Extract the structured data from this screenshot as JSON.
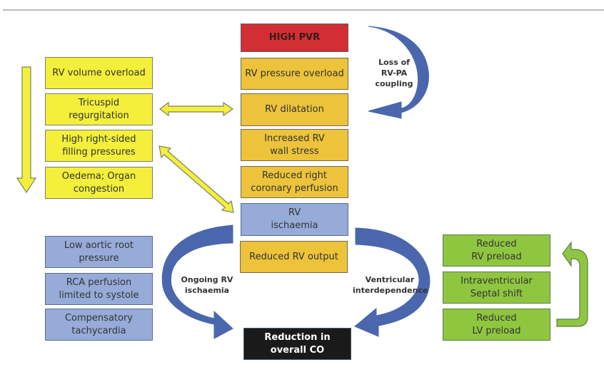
{
  "colors": {
    "red": "#d22f34",
    "yellow": "#f3ef3a",
    "amber": "#ecc33a",
    "blue": "#96abd8",
    "green": "#8fc640",
    "black": "#1a1a1a",
    "arrow_blue": "#4a67ae"
  },
  "center": {
    "high_pvr": "HIGH PVR",
    "rv_pressure_overload": "RV pressure overload",
    "rv_dilatation": "RV dilatation",
    "increased_wall_stress": "Increased RV\nwall stress",
    "reduced_coronary_perfusion": "Reduced right\ncoronary perfusion",
    "rv_ischaemia": "RV\nischaemia",
    "reduced_rv_output": "Reduced RV output",
    "reduction_co": "Reduction in\noverall CO"
  },
  "left": {
    "items": [
      "RV volume overload",
      "Tricuspid\nregurgitation",
      "High right-sided\nfilling pressures",
      "Oedema; Organ\ncongestion"
    ]
  },
  "bottom_left": {
    "items": [
      "Low aortic root\npressure",
      "RCA perfusion\nlimited to systole",
      "Compensatory\ntachycardia"
    ]
  },
  "right": {
    "items": [
      "Reduced\nRV preload",
      "Intraventricular\nSeptal shift",
      "Reduced\nLV preload"
    ]
  },
  "arrow_labels": {
    "loss_coupling": "Loss of\nRV-PA\ncoupling",
    "ongoing_ischaemia": "Ongoing RV\nischaemia",
    "ventricular_interdependence": "Ventricular\ninterdependence"
  }
}
